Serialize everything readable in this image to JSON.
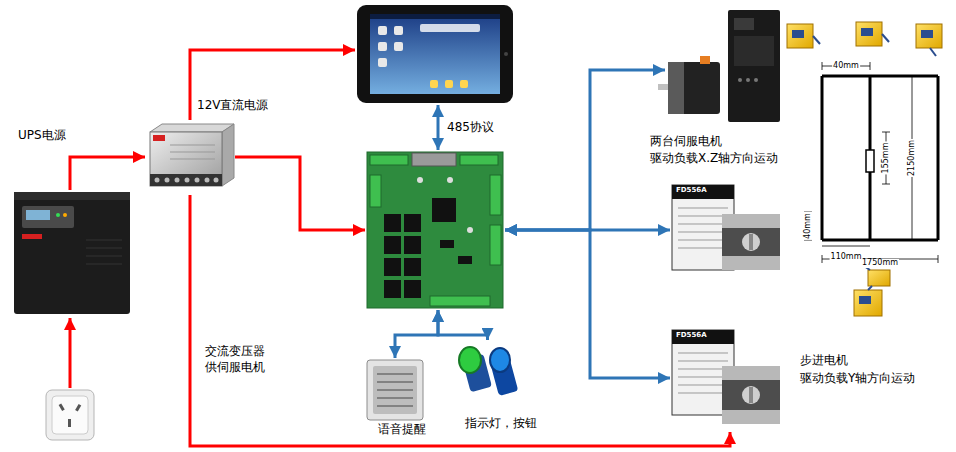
{
  "diagram": {
    "nodes": [
      {
        "text": [
          "UPS电源"
        ]
      },
      {
        "text": [
          "12V直流电源"
        ]
      },
      {
        "text": []
      },
      {
        "text": []
      },
      {
        "text": [
          "两台伺服电机",
          "驱动负载X.Z轴方向运动"
        ]
      },
      {
        "text": [
          "FD556A"
        ]
      },
      {
        "text": [
          "FD556A",
          "步进电机",
          "驱动负载Y轴方向运动"
        ]
      },
      {
        "text": [
          "语音提醒"
        ]
      },
      {
        "text": [
          "指示灯，按钮"
        ]
      }
    ],
    "edges": [
      {
        "from": 0,
        "to": 1,
        "arrow": "to"
      },
      {
        "from": 1,
        "to": 2,
        "arrow": "to"
      },
      {
        "from": 1,
        "to": 3,
        "arrow": "to"
      },
      {
        "from": 1,
        "to": 6,
        "label": "交流变压器 供伺服电机",
        "arrow": "to"
      },
      {
        "from": 2,
        "to": 3,
        "label": "485协议",
        "arrow": "both"
      },
      {
        "from": 3,
        "to": 4,
        "arrow": "both"
      },
      {
        "from": 3,
        "to": 5,
        "arrow": "both"
      },
      {
        "from": 3,
        "to": 6,
        "arrow": "both"
      },
      {
        "from": 3,
        "to": 7,
        "arrow": "both"
      },
      {
        "from": 3,
        "to": 8,
        "arrow": "both"
      }
    ],
    "labels": [
      "40mm",
      "2150mm",
      "155mm",
      "40mm",
      "110mm",
      "1750mm"
    ]
  }
}
